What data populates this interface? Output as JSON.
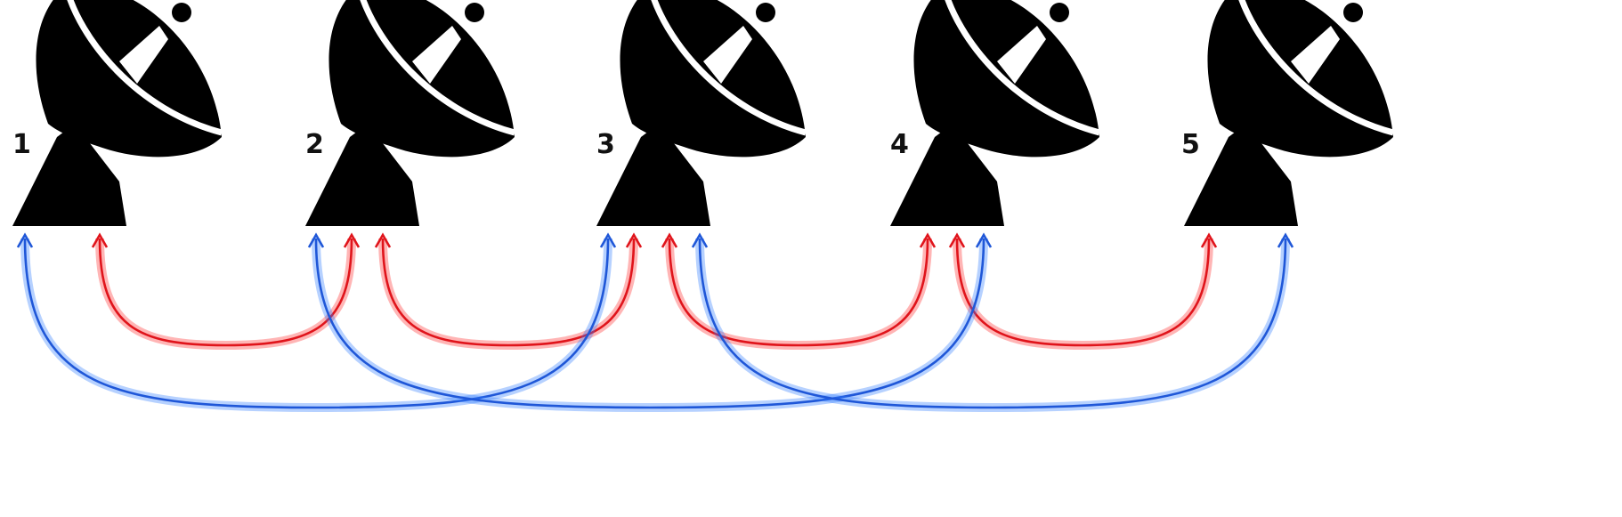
{
  "antennas": [
    {
      "label": "1"
    },
    {
      "label": "2"
    },
    {
      "label": "3"
    },
    {
      "label": "4"
    },
    {
      "label": "5"
    }
  ],
  "links": {
    "adjacent": {
      "color": "#e0141b",
      "pairs": [
        [
          1,
          2
        ],
        [
          2,
          3
        ],
        [
          3,
          4
        ],
        [
          4,
          5
        ]
      ]
    },
    "skip_one": {
      "color": "#1f57d8",
      "pairs": [
        [
          1,
          3
        ],
        [
          2,
          4
        ],
        [
          3,
          5
        ]
      ]
    }
  },
  "icons": {
    "antenna": "satellite-dish-icon"
  }
}
